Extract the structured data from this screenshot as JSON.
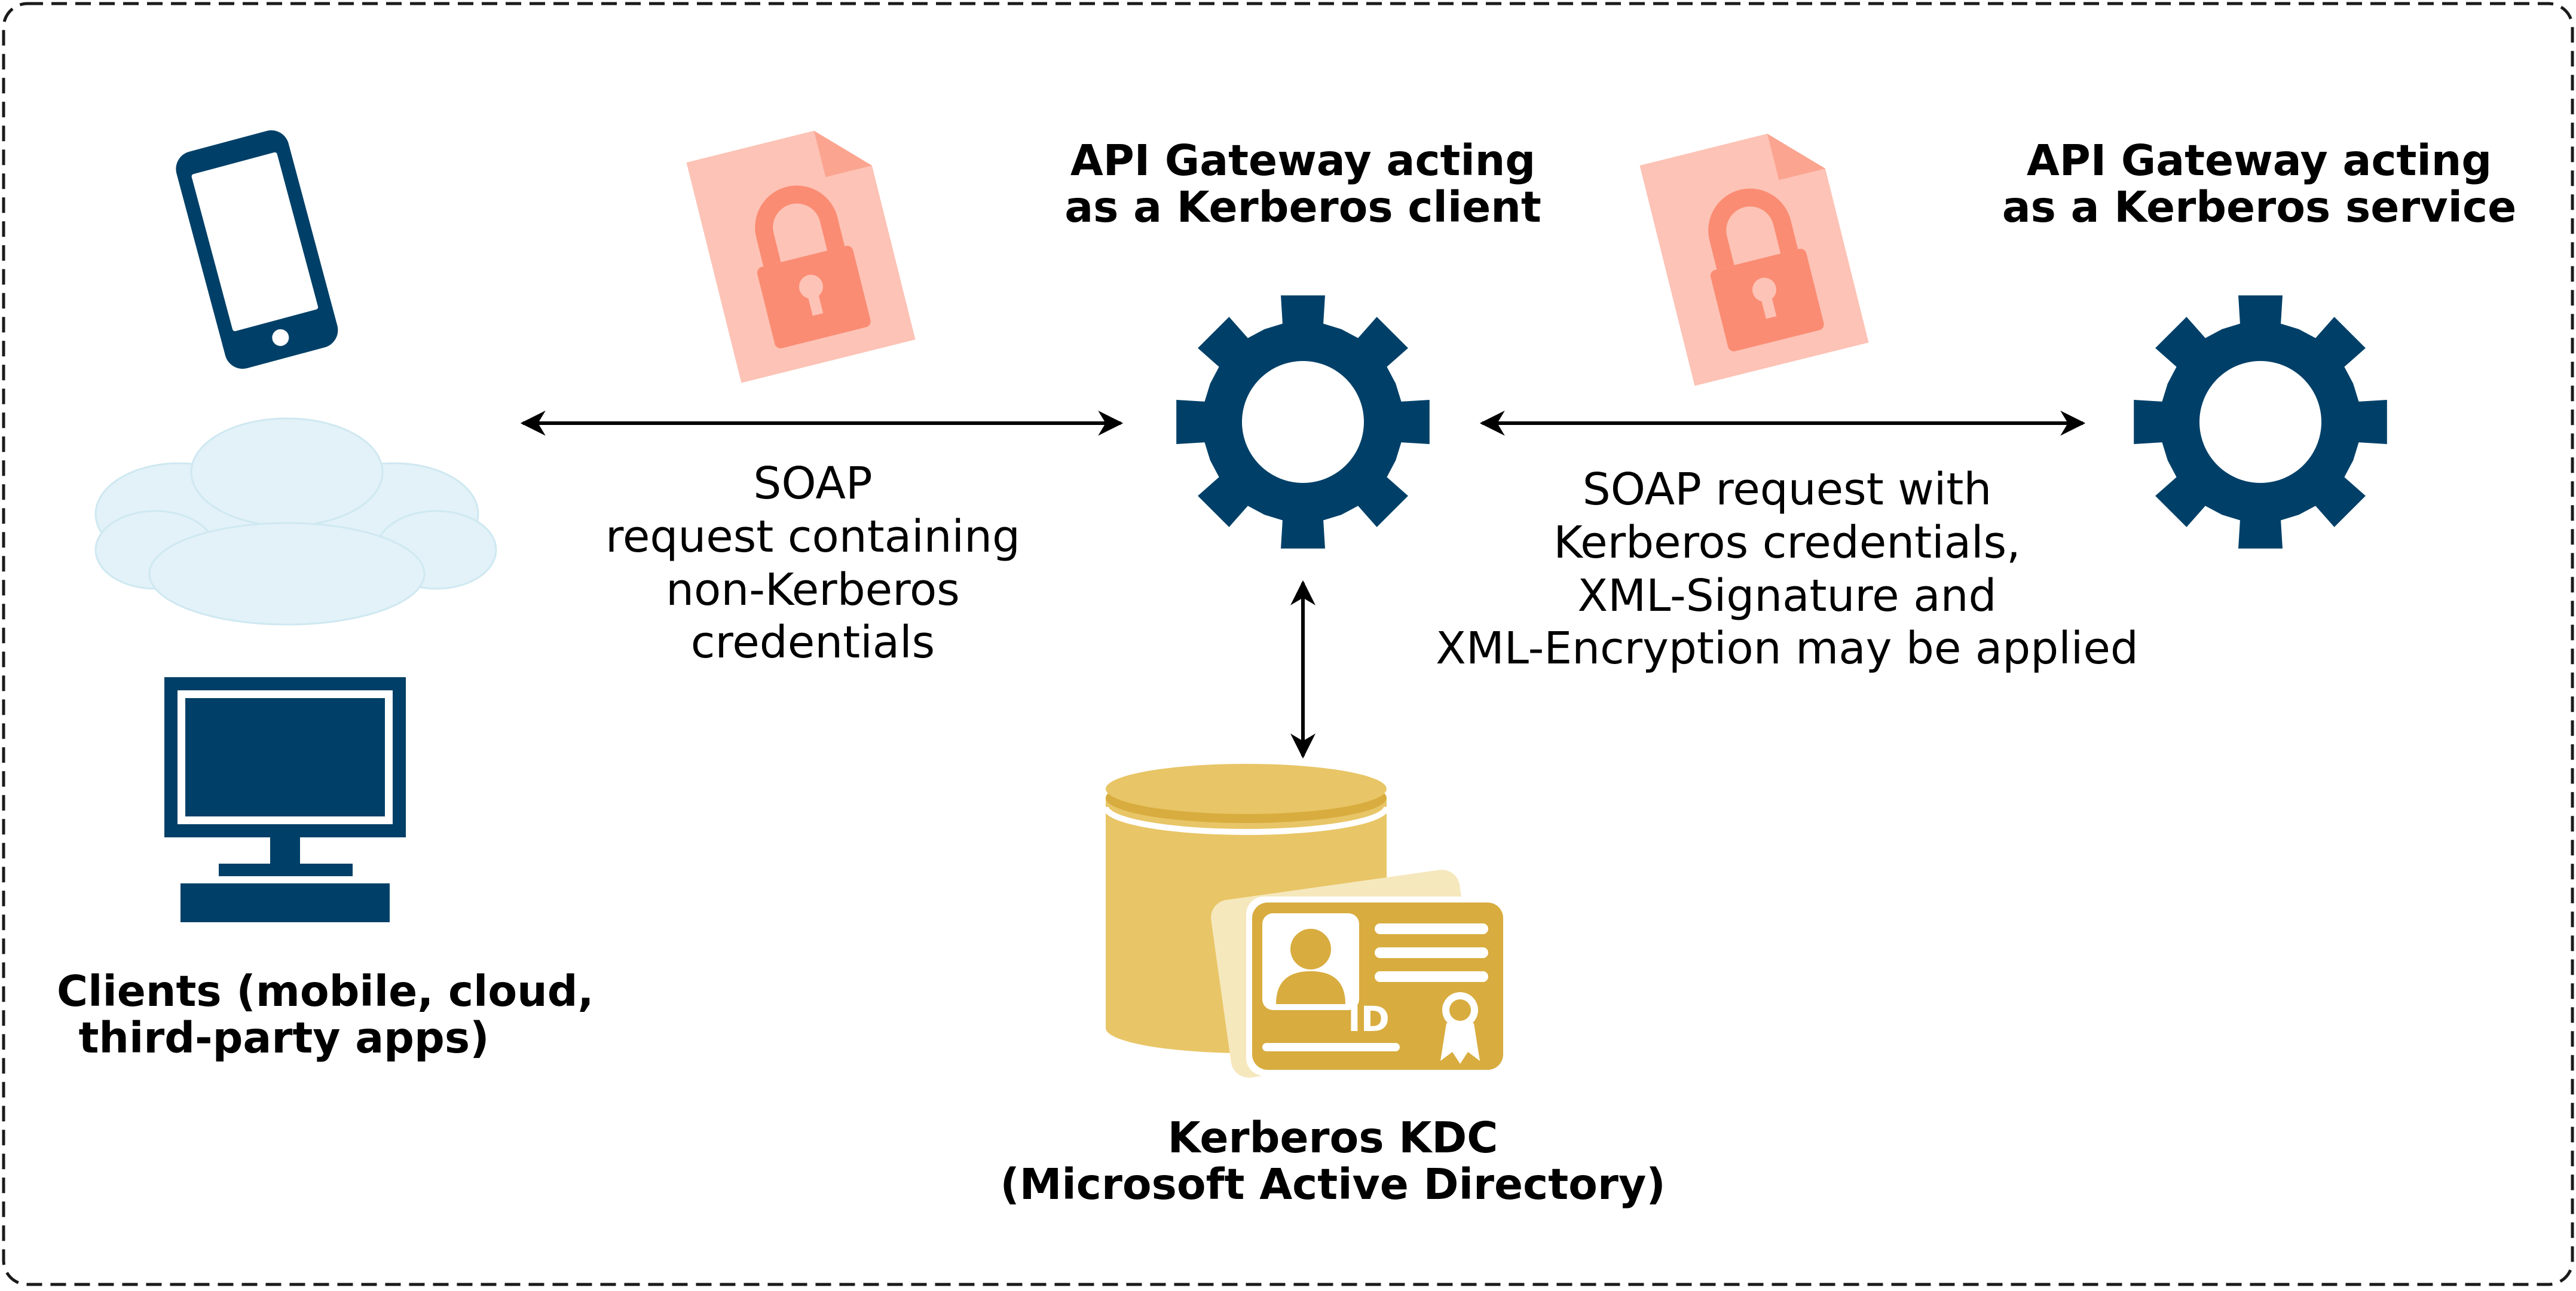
{
  "colors": {
    "navy": "#004068",
    "cloud_fill": "#e2f2f8",
    "cloud_stroke": "#cfe8f1",
    "doc_fill": "#fdc3b6",
    "lock_fill": "#fa8c73",
    "gold": "#e8c566",
    "gold_dark": "#d8ac3e",
    "card_light": "#f6e8bd",
    "border": "#1a1a1a"
  },
  "icons": [
    "phone-icon",
    "cloud-icon",
    "monitor-icon",
    "locked-document-icon",
    "gear-icon",
    "database-icon",
    "id-card-icon"
  ],
  "nodes": {
    "clients": {
      "line1": "Clients (mobile, cloud,",
      "line2": "third-party apps)"
    },
    "kerberos_client": {
      "line1": "API Gateway acting",
      "line2": "as a Kerberos client"
    },
    "kerberos_service": {
      "line1": "API Gateway acting",
      "line2": "as a Kerberos service"
    },
    "kdc": {
      "line1": "Kerberos KDC",
      "line2": "(Microsoft Active Directory)",
      "badge": "ID"
    }
  },
  "edges": {
    "clients_to_client": {
      "line1": "SOAP",
      "line2": "request containing",
      "line3": "non-Kerberos",
      "line4": "credentials"
    },
    "client_to_service": {
      "line1": "SOAP request with",
      "line2": "Kerberos credentials,",
      "line3": "XML-Signature and",
      "line4": "XML-Encryption may be applied"
    }
  }
}
